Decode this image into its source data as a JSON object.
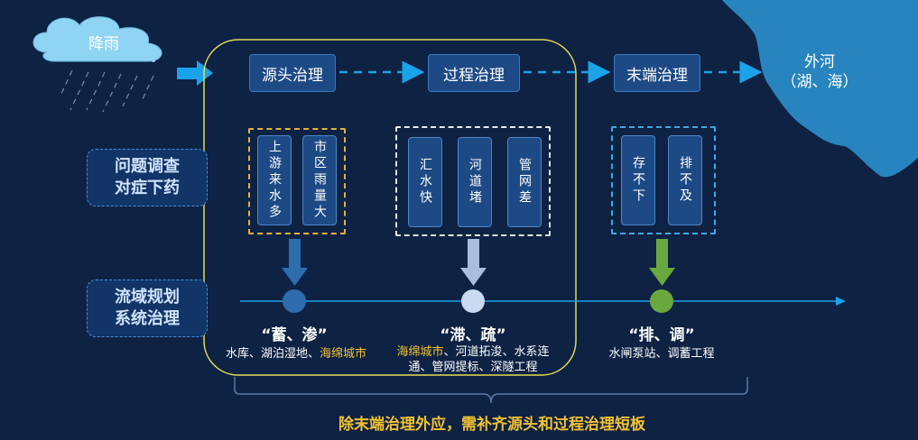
{
  "rain": {
    "label": "降雨"
  },
  "outlet": {
    "line1": "外河",
    "line2": "（湖、海）"
  },
  "stages": [
    {
      "id": "source",
      "label": "源头治理"
    },
    {
      "id": "process",
      "label": "过程治理"
    },
    {
      "id": "end",
      "label": "末端治理"
    }
  ],
  "side_labels": [
    {
      "line1": "问题调查",
      "line2": "对症下药"
    },
    {
      "line1": "流域规划",
      "line2": "系统治理"
    }
  ],
  "problems": {
    "source": [
      "上游来水多",
      "市区雨量大"
    ],
    "process": [
      "汇水快",
      "河道堵",
      "管网差"
    ],
    "end": [
      "存不下",
      "排不及"
    ]
  },
  "measures": {
    "source": {
      "title": "“蓄、渗”",
      "tech_parts": [
        "水库、湖泊湿地、",
        "海绵城市"
      ]
    },
    "process": {
      "title": "“滞、疏”",
      "tech_line1_parts": [
        "海绵城市",
        "、河道拓浚、水系连"
      ],
      "tech_line2": "通、管网提标、深隧工程"
    },
    "end": {
      "title": "“排、调”",
      "tech": "水闸泵站、调蓄工程"
    }
  },
  "conclusion": "除末端治理外应，需补齐源头和过程治理短板",
  "colors": {
    "background": "#0e2244",
    "highlight": "#f1c232",
    "source_node": "#2d6cad",
    "process_node": "#c9d9f0",
    "end_node": "#6aa83f",
    "arrow_blue": "#1aa3e8",
    "frame": "#e3dd55"
  }
}
